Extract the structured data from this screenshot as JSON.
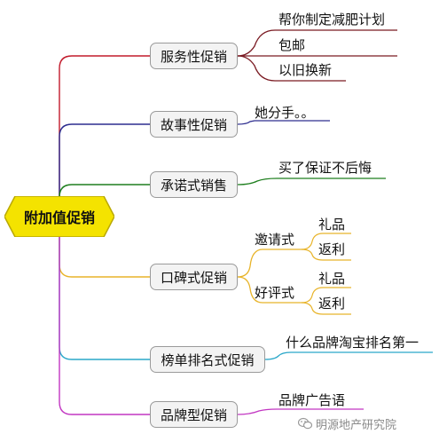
{
  "root": {
    "label": "附加值促销",
    "fill": "#f4e300",
    "stroke": "#b9a800"
  },
  "branches": [
    {
      "label": "服务性促销",
      "color": "#c21b2c",
      "leaves": [
        "帮你制定减肥计划",
        "包邮",
        "以旧换新"
      ]
    },
    {
      "label": "故事性促销",
      "color": "#2d2d8f",
      "leaves": [
        "她分手。。"
      ]
    },
    {
      "label": "承诺式销售",
      "color": "#1e7f1e",
      "leaves": [
        "买了保证不后悔"
      ]
    },
    {
      "label": "口碑式促销",
      "color": "#e8b42a",
      "groups": [
        {
          "label": "邀请式",
          "leaves": [
            "礼品",
            "返利"
          ]
        },
        {
          "label": "好评式",
          "leaves": [
            "礼品",
            "返利"
          ]
        }
      ]
    },
    {
      "label": "榜单排名式促销",
      "color": "#2aa7c9",
      "leaves": [
        "什么品牌淘宝排名第一"
      ]
    },
    {
      "label": "品牌型促销",
      "color": "#c236c2",
      "leaves": [
        "品牌广告语"
      ]
    }
  ],
  "watermark": {
    "text": "明源地产研究院",
    "color": "#8a8a8a",
    "icon": "wechat-icon"
  },
  "leaf_line_color": "#7a1a22",
  "group_line_color": "#7a1a22"
}
